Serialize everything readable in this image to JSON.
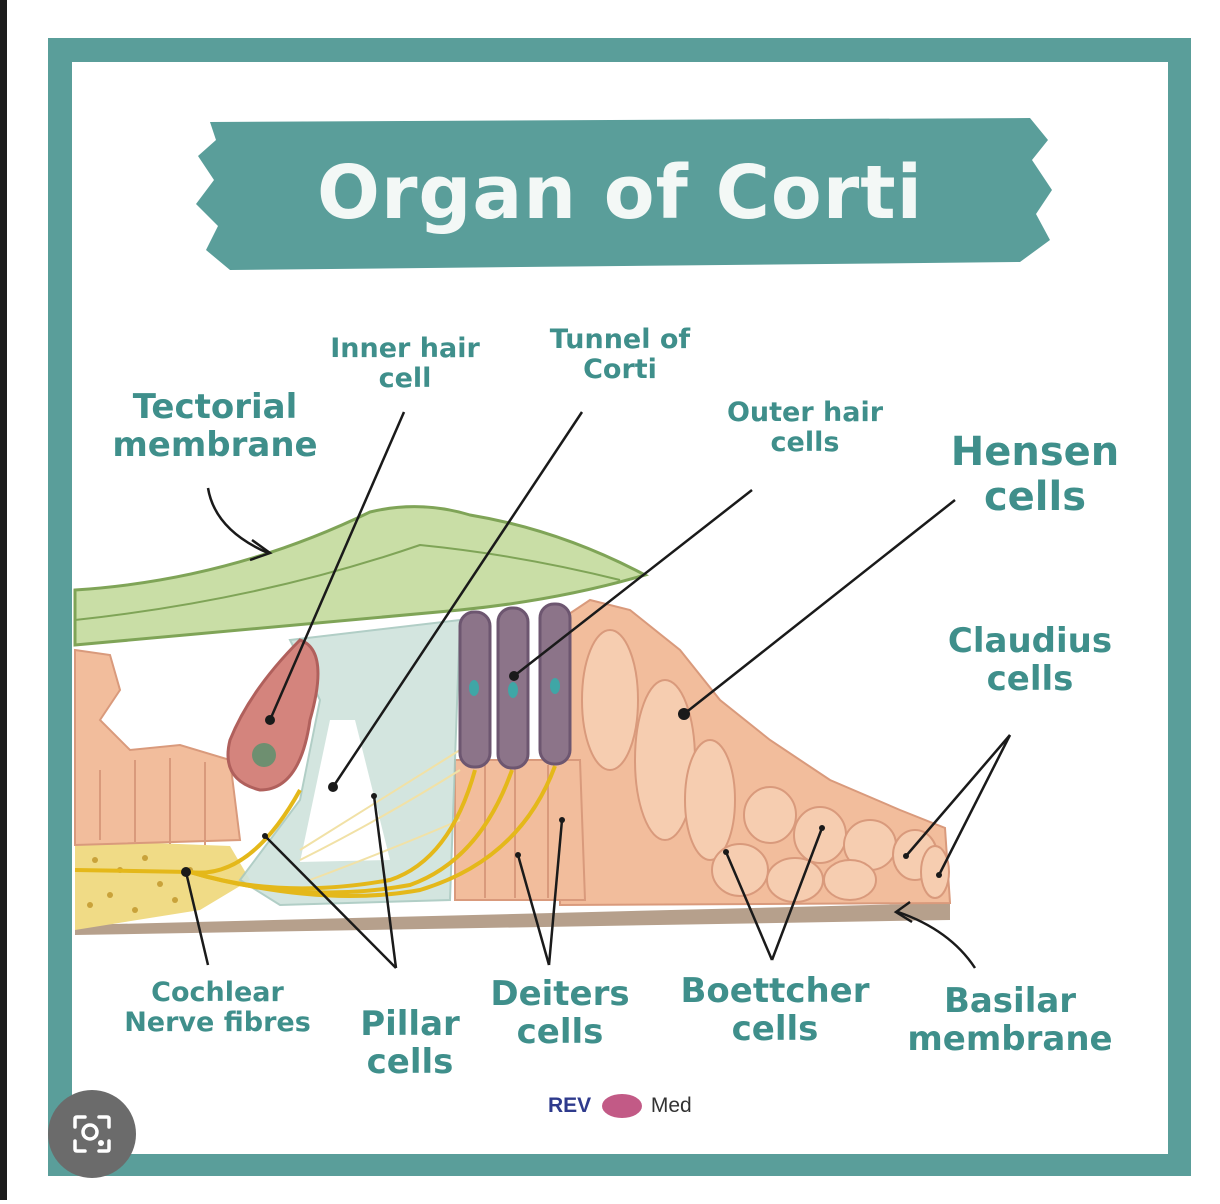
{
  "title": "Organ of Corti",
  "labels": {
    "tectorial_membrane": "Tectorial\nmembrane",
    "inner_hair_cell": "Inner hair\ncell",
    "tunnel_of_corti": "Tunnel of\nCorti",
    "outer_hair_cells": "Outer hair\ncells",
    "hensen_cells": "Hensen\ncells",
    "claudius_cells": "Claudius\ncells",
    "cochlear_nerve_fibres": "Cochlear\nNerve fibres",
    "pillar_cells": "Pillar\ncells",
    "deiters_cells": "Deiters\ncells",
    "boettcher_cells": "Boettcher\ncells",
    "basilar_membrane": "Basilar\nmembrane"
  },
  "brand": {
    "left": "REV",
    "right": "Med"
  },
  "colors": {
    "frame": "#5a9e9a",
    "label": "#3f8f8b",
    "tectorial": "#c9dea6",
    "tissue": "#f2bd9c",
    "hair_cell": "#8c7489",
    "nerve": "#e4b81a"
  },
  "icons": {
    "lens": "lens-search-icon"
  }
}
